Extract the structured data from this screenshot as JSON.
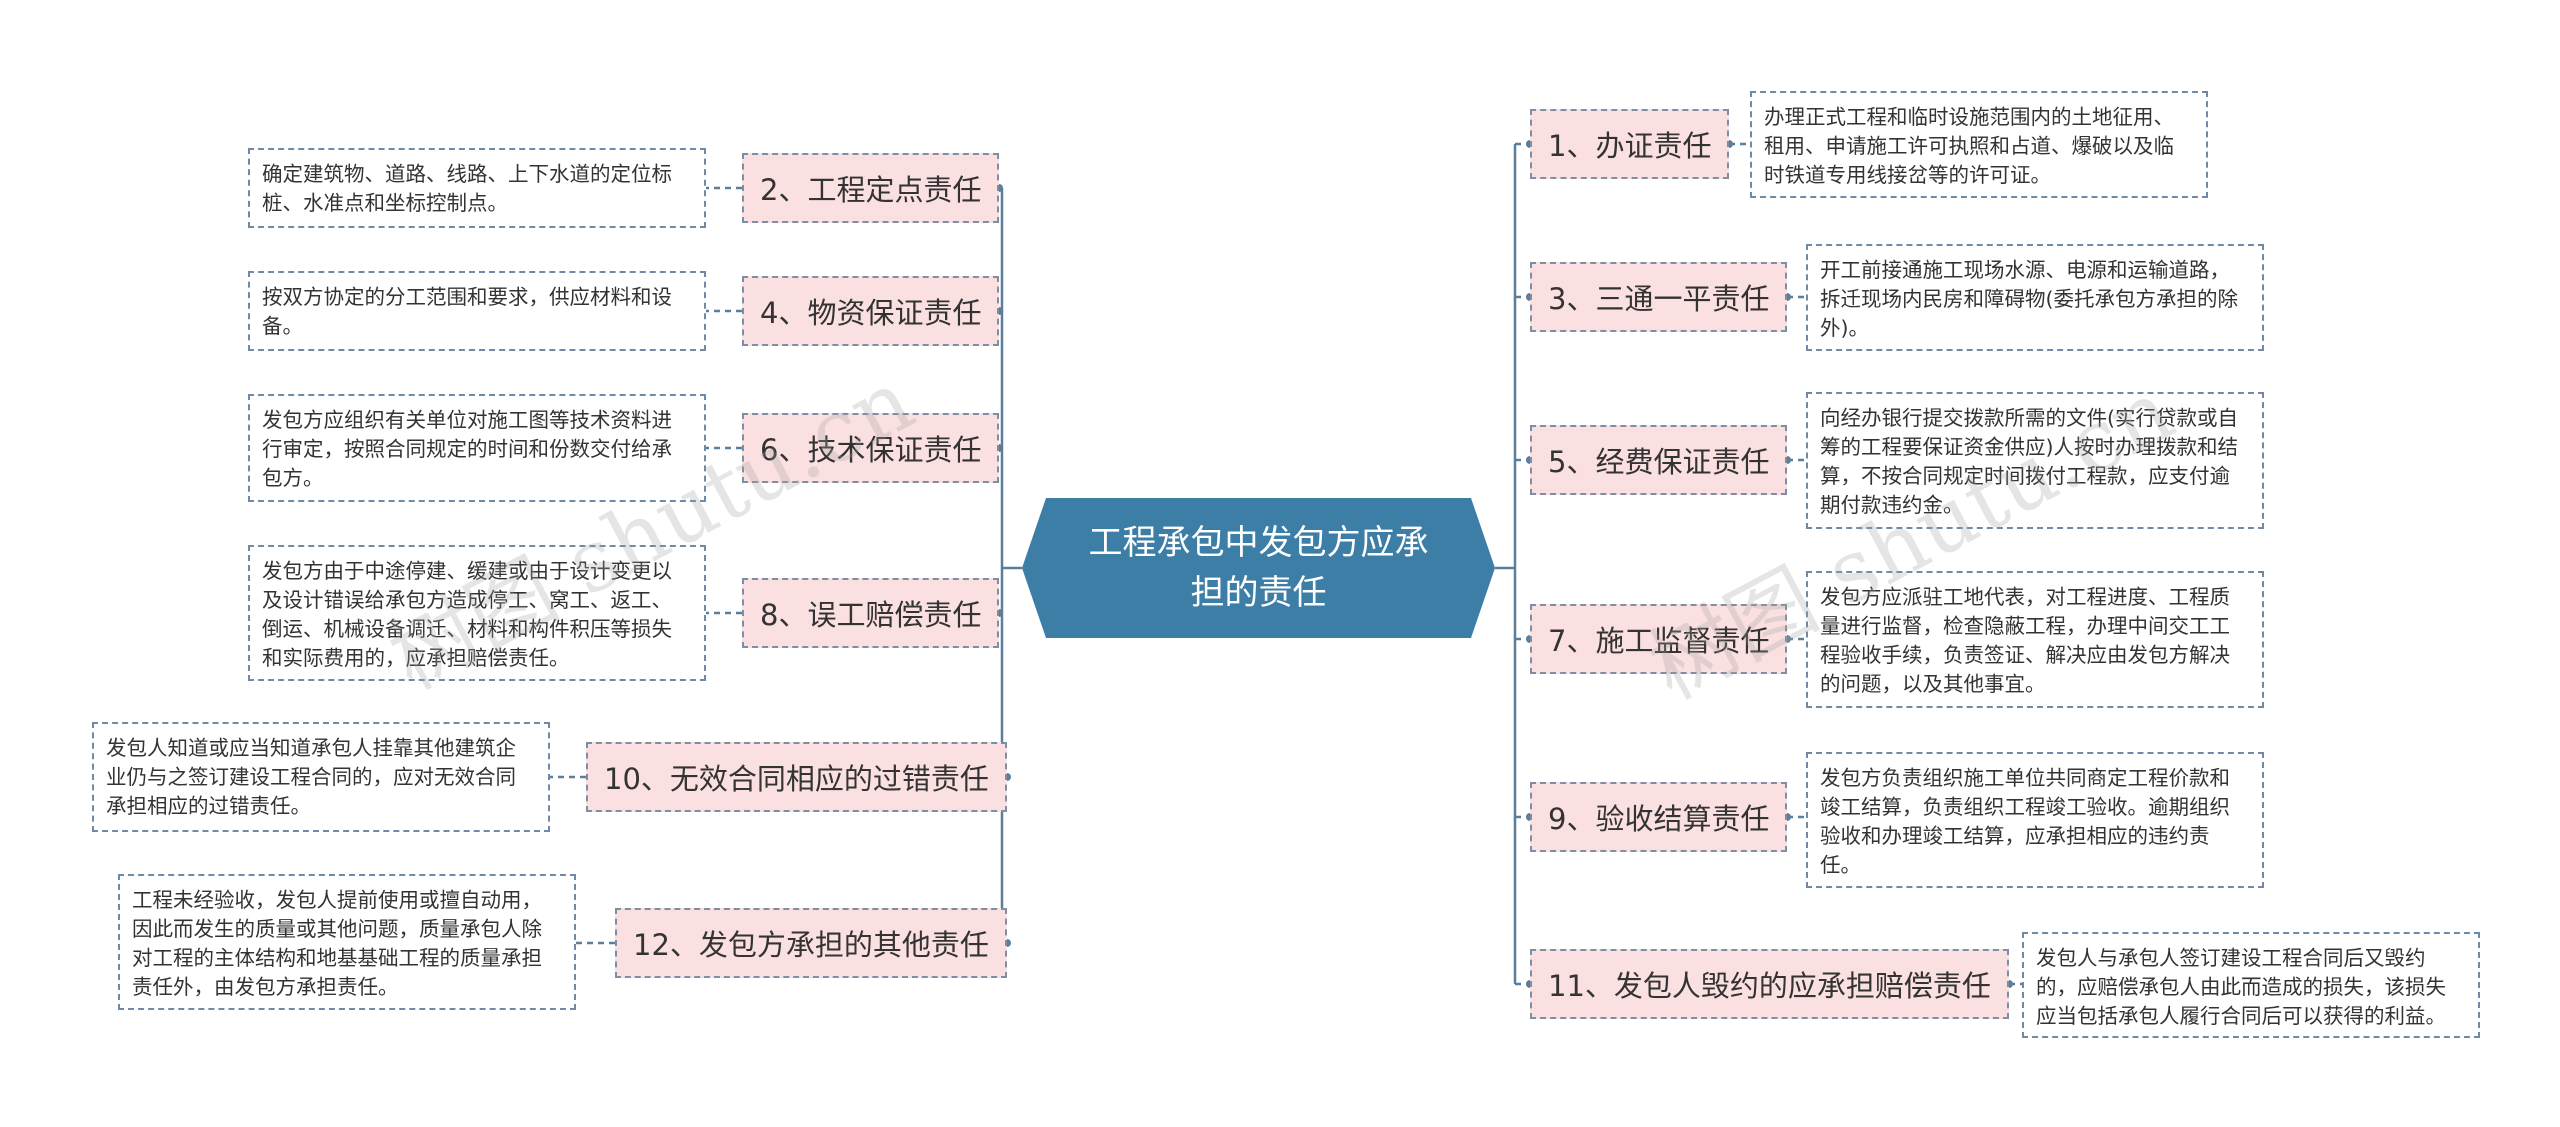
{
  "root": {
    "title": "工程承包中发包方应承担的责任",
    "color": "#3d7ea6"
  },
  "watermark": "树图 shutu.cn",
  "left": [
    {
      "label": "2、工程定点责任",
      "detail": "确定建筑物、道路、线路、上下水道的定位标桩、水准点和坐标控制点。"
    },
    {
      "label": "4、物资保证责任",
      "detail": "按双方协定的分工范围和要求，供应材料和设备。"
    },
    {
      "label": "6、技术保证责任",
      "detail": "发包方应组织有关单位对施工图等技术资料进行审定，按照合同规定的时间和份数交付给承包方。"
    },
    {
      "label": "8、误工赔偿责任",
      "detail": "发包方由于中途停建、缓建或由于设计变更以及设计错误给承包方造成停工、窝工、返工、倒运、机械设备调迁、材料和构件积压等损失和实际费用的，应承担赔偿责任。"
    },
    {
      "label": "10、无效合同相应的过错责任",
      "detail": "发包人知道或应当知道承包人挂靠其他建筑企业仍与之签订建设工程合同的，应对无效合同承担相应的过错责任。"
    },
    {
      "label": "12、发包方承担的其他责任",
      "detail": "工程未经验收，发包人提前使用或擅自动用，因此而发生的质量或其他问题，质量承包人除对工程的主体结构和地基基础工程的质量承担责任外，由发包方承担责任。"
    }
  ],
  "right": [
    {
      "label": "1、办证责任",
      "detail": "办理正式工程和临时设施范围内的土地征用、租用、申请施工许可执照和占道、爆破以及临时铁道专用线接岔等的许可证。"
    },
    {
      "label": "3、三通一平责任",
      "detail": "开工前接通施工现场水源、电源和运输道路，拆迁现场内民房和障碍物(委托承包方承担的除外)。"
    },
    {
      "label": "5、经费保证责任",
      "detail": "向经办银行提交拨款所需的文件(实行贷款或自筹的工程要保证资金供应)人按时办理拨款和结算，不按合同规定时间拨付工程款，应支付逾期付款违约金。"
    },
    {
      "label": "7、施工监督责任",
      "detail": "发包方应派驻工地代表，对工程进度、工程质量进行监督，检查隐蔽工程，办理中间交工工程验收手续，负责签证、解决应由发包方解决的问题，以及其他事宜。"
    },
    {
      "label": "9、验收结算责任",
      "detail": "发包方负责组织施工单位共同商定工程价款和竣工结算，负责组织工程竣工验收。逾期组织验收和办理竣工结算，应承担相应的违约责任。"
    },
    {
      "label": "11、发包人毁约的应承担赔偿责任",
      "detail": "发包人与承包人签订建设工程合同后又毁约的，应赔偿承包人由此而造成的损失，该损失应当包括承包人履行合同后可以获得的利益。"
    }
  ],
  "colors": {
    "branch_fill": "#fbe0e1",
    "line": "#5b7f9a"
  }
}
